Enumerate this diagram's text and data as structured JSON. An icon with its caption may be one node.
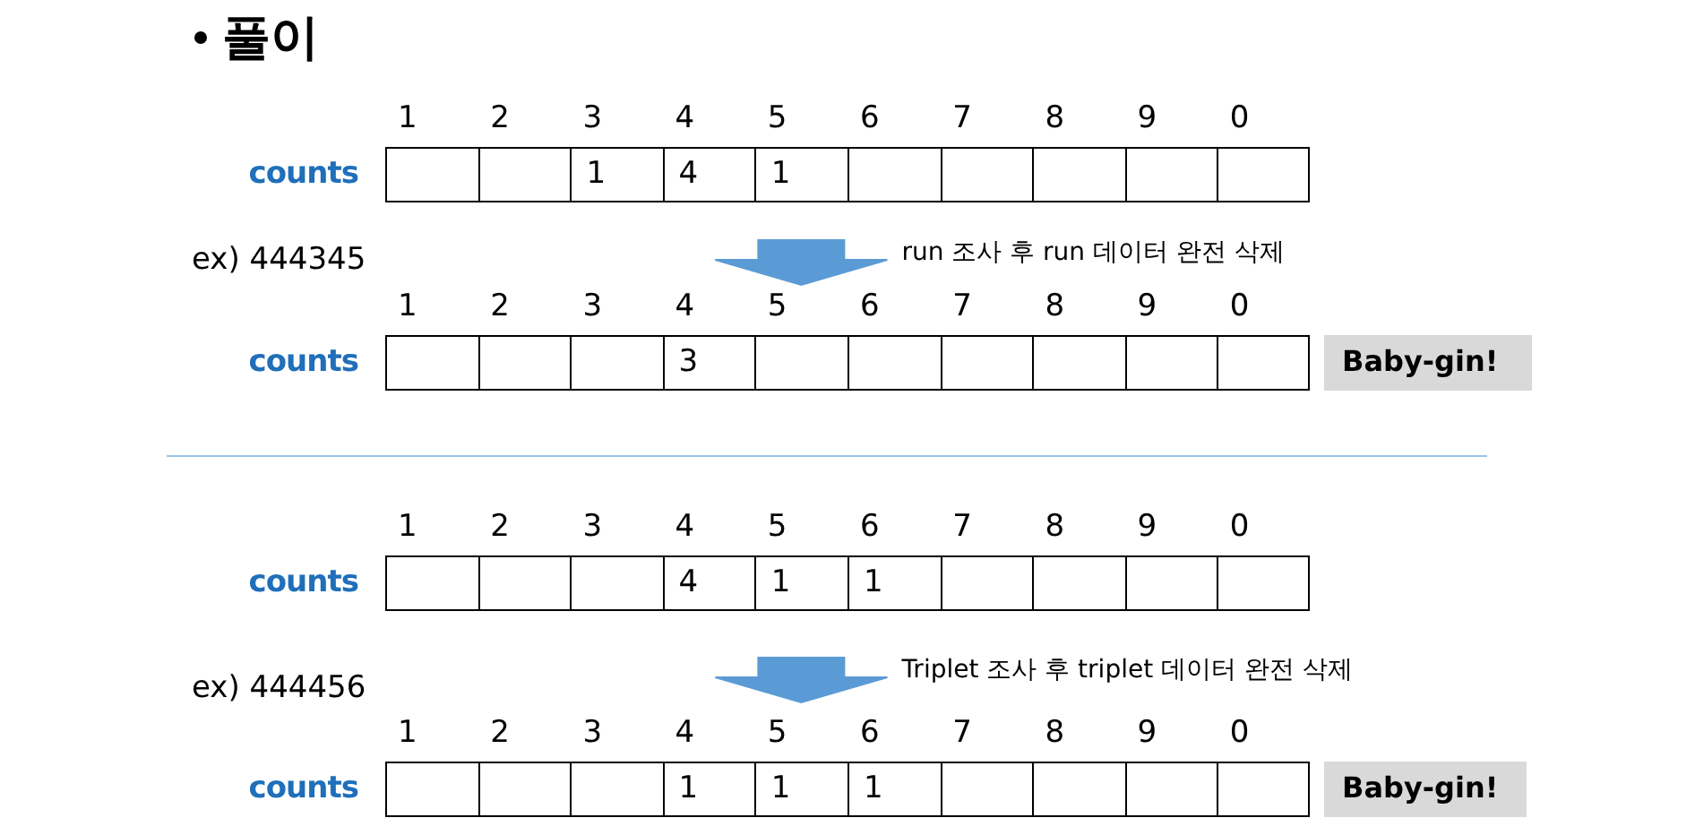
{
  "diagram": {
    "title": "풀이",
    "nodes": [
      {
        "text": [
          "counts",
          "1",
          "4",
          "1"
        ],
        "beside": [
          "1",
          "2",
          "3",
          "4",
          "5",
          "6",
          "7",
          "8",
          "9",
          "0"
        ]
      },
      {
        "text": [
          "counts",
          "3"
        ],
        "beside": [
          "1",
          "2",
          "3",
          "4",
          "5",
          "6",
          "7",
          "8",
          "9",
          "0"
        ]
      },
      {
        "text": [
          "Baby-gin!"
        ]
      },
      {
        "text": [
          "counts",
          "4",
          "1",
          "1"
        ],
        "beside": [
          "1",
          "2",
          "3",
          "4",
          "5",
          "6",
          "7",
          "8",
          "9",
          "0"
        ]
      },
      {
        "text": [
          "counts",
          "1",
          "1",
          "1"
        ],
        "beside": [
          "1",
          "2",
          "3",
          "4",
          "5",
          "6",
          "7",
          "8",
          "9",
          "0"
        ]
      },
      {
        "text": [
          "Baby-gin!"
        ]
      }
    ],
    "edges": [
      {
        "from": 0,
        "to": 1,
        "arrow": "to",
        "label": "run 조사 후 run 데이터 완전 삭제"
      },
      {
        "from": 3,
        "to": 4,
        "arrow": "to",
        "label": "Triplet 조사 후 triplet 데이터 완전 삭제"
      }
    ],
    "labels": [
      "ex) 444345",
      "ex) 444456"
    ]
  }
}
